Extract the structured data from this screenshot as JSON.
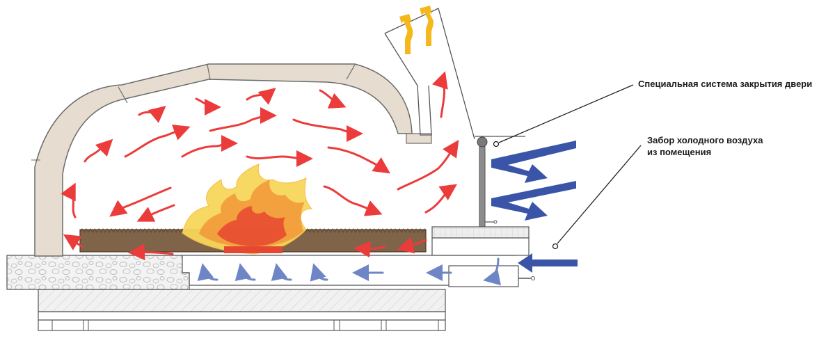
{
  "labels": {
    "door_system": "Специальная система закрытия двери",
    "air_intake_line1": "Забор холодного воздуха",
    "air_intake_line2": "из помещения"
  },
  "colors": {
    "hot_air": "#ec3b3b",
    "exhaust": "#f5b81c",
    "cold_air_strong": "#3a55a8",
    "cold_air_light": "#6f86c6",
    "dome": "#e6ddd0",
    "hearth": "#806449",
    "flame_outer": "#f7d65a",
    "flame_mid": "#f29a3b",
    "flame_core": "#e64730",
    "outline": "#555555"
  },
  "icons": [
    "hot-air-arrow-icon",
    "exhaust-arrow-icon",
    "cold-air-arrow-icon",
    "flame-icon"
  ]
}
